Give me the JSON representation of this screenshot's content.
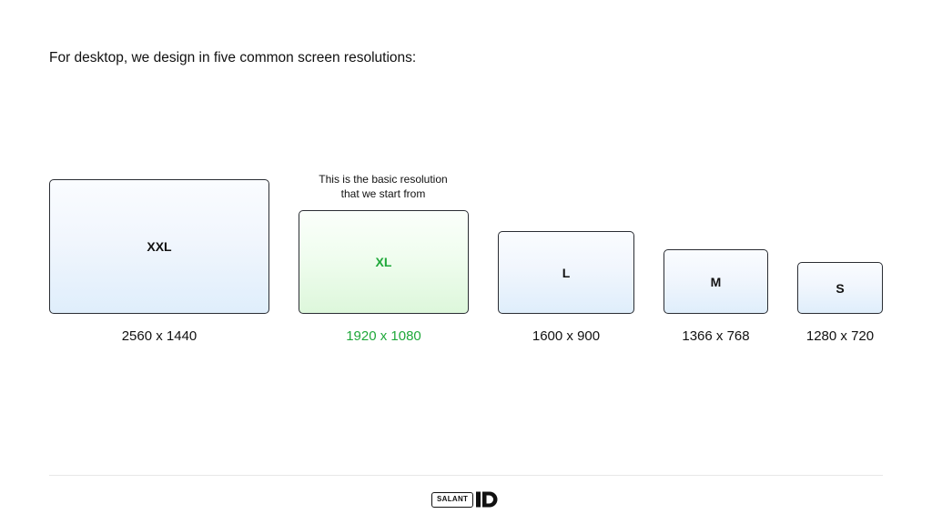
{
  "headline": "For desktop, we design in five common screen resolutions:",
  "note": [
    "This is the basic resolution",
    "that we start from"
  ],
  "screens": [
    {
      "label": "XXL",
      "resolution": "2560 x 1440"
    },
    {
      "label": "XL",
      "resolution": "1920 x 1080",
      "highlight": true
    },
    {
      "label": "L",
      "resolution": "1600 x 900"
    },
    {
      "label": "M",
      "resolution": "1366 x 768"
    },
    {
      "label": "S",
      "resolution": "1280 x 720"
    }
  ],
  "colors": {
    "highlight": "#1fa83a",
    "text": "#111111",
    "border": "#2a2d33",
    "screen_fill": "#dfeefb",
    "highlight_fill": "#ddf7db"
  },
  "brand": {
    "text": "SALANT",
    "logo": "ID",
    "icon": "salant-id-logo"
  }
}
